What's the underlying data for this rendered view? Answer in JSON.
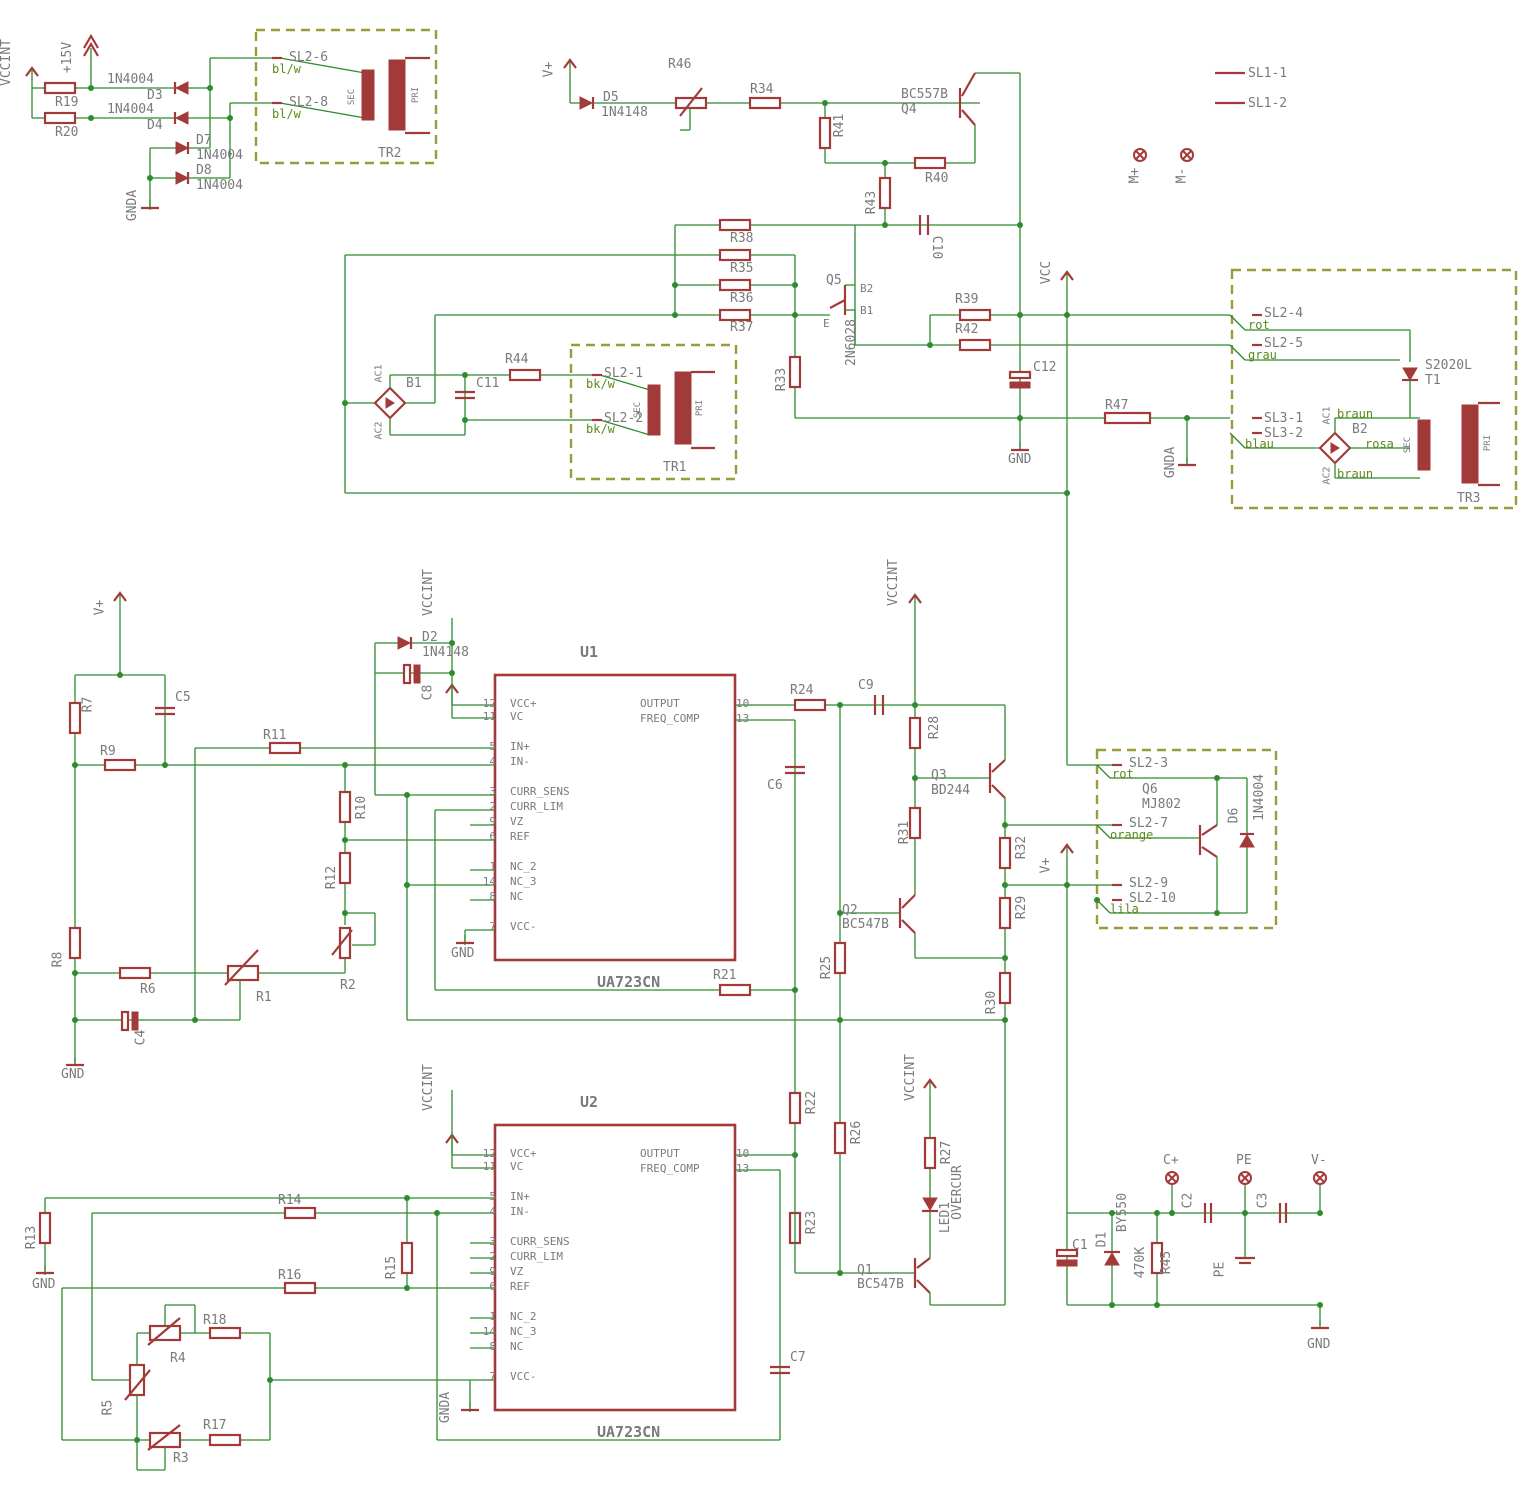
{
  "power_supply": {
    "nets": {
      "vccint": "VCCINT",
      "p15v": "+15V",
      "gnda": "GNDA",
      "gnd": "GND",
      "vcc": "VCC",
      "vplus": "V+"
    },
    "tr2": {
      "name": "TR2",
      "sec": "SEC",
      "pri": "PRI",
      "pin_a": "SL2-6",
      "pin_b": "SL2-8",
      "wire_a": "bl/w",
      "wire_b": "bl/w"
    },
    "tr1": {
      "name": "TR1",
      "sec": "SEC",
      "pri": "PRI",
      "pin_a": "SL2-1",
      "pin_b": "SL2-2",
      "wire_a": "bk/w",
      "wire_b": "bk/w"
    },
    "tr3": {
      "name": "TR3",
      "sec": "SEC",
      "pri": "PRI",
      "pin_a": "SL2-4",
      "pin_b": "SL2-5",
      "wire_a": "rot",
      "wire_b": "grau",
      "pin_c": "SL3-1",
      "pin_d": "SL3-2",
      "wire_c": "blau",
      "wire_d": "rosa",
      "wire_e": "braun",
      "wire_f": "braun"
    },
    "d3": "D3",
    "d4": "D4",
    "d7": "D7",
    "d8": "D8",
    "diode_1n4004": "1N4004",
    "r19": "R19",
    "r20": "R20",
    "d5": "D5",
    "d5v": "1N4148",
    "r46": "R46",
    "r34": "R34",
    "r41": "R41",
    "r40": "R40",
    "r43": "R43",
    "q4": "Q4",
    "q4v": "BC557B",
    "c10": "C10",
    "r38": "R38",
    "r35": "R35",
    "r36": "R36",
    "r37": "R37",
    "q5": "Q5",
    "q5v": "2N6028",
    "q5_b2": "B2",
    "q5_b1": "B1",
    "q5_e": "E",
    "r39": "R39",
    "r42": "R42",
    "r33": "R33",
    "r44": "R44",
    "c11": "C11",
    "c12": "C12",
    "r47": "R47",
    "b1": "B1",
    "b2": "B2",
    "ac1": "AC1",
    "ac2": "AC2",
    "t1": "T1",
    "t1v": "S2020L",
    "sl1_1": "SL1-1",
    "sl1_2": "SL1-2",
    "m_plus": "M+",
    "m_minus": "M-"
  },
  "u1": {
    "name": "U1",
    "part": "UA723CN",
    "left_pins": [
      [
        "12",
        "VCC+"
      ],
      [
        "11",
        "VC"
      ],
      [
        "5",
        "IN+"
      ],
      [
        "4",
        "IN-"
      ],
      [
        "3",
        "CURR_SENS"
      ],
      [
        "2",
        "CURR_LIM"
      ],
      [
        "9",
        "VZ"
      ],
      [
        "6",
        "REF"
      ],
      [
        "1",
        "NC_2"
      ],
      [
        "14",
        "NC_3"
      ],
      [
        "8",
        "NC"
      ],
      [
        "7",
        "VCC-"
      ]
    ],
    "right_pins": [
      [
        "10",
        "OUTPUT"
      ],
      [
        "13",
        "FREQ_COMP"
      ]
    ]
  },
  "u2": {
    "name": "U2",
    "part": "UA723CN",
    "left_pins": [
      [
        "12",
        "VCC+"
      ],
      [
        "11",
        "VC"
      ],
      [
        "5",
        "IN+"
      ],
      [
        "4",
        "IN-"
      ],
      [
        "3",
        "CURR_SENS"
      ],
      [
        "2",
        "CURR_LIM"
      ],
      [
        "9",
        "VZ"
      ],
      [
        "6",
        "REF"
      ],
      [
        "1",
        "NC_2"
      ],
      [
        "14",
        "NC_3"
      ],
      [
        "8",
        "NC"
      ],
      [
        "7",
        "VCC-"
      ]
    ],
    "right_pins": [
      [
        "10",
        "OUTPUT"
      ],
      [
        "13",
        "FREQ_COMP"
      ]
    ]
  },
  "regulator": {
    "r7": "R7",
    "c5": "C5",
    "r9": "R9",
    "r8": "R8",
    "r6": "R6",
    "r1": "R1",
    "r2": "R2",
    "c4": "C4",
    "r11": "R11",
    "r10": "R10",
    "r12": "R12",
    "d2": "D2",
    "d2v": "1N4148",
    "c8": "C8",
    "r24": "R24",
    "c9": "C9",
    "c6": "C6",
    "r21": "R21",
    "r28": "R28",
    "r31": "R31",
    "r32": "R32",
    "r29": "R29",
    "r30": "R30",
    "r25": "R25",
    "q3": "Q3",
    "q3v": "BD244",
    "q2": "Q2",
    "q2v": "BC547B",
    "q6": "Q6",
    "q6v": "MJ802",
    "d6": "D6",
    "d6v": "1N4004",
    "sl2_3": "SL2-3",
    "sl2_7": "SL2-7",
    "sl2_9": "SL2-9",
    "sl2_10": "SL2-10",
    "w_rot": "rot",
    "w_orange": "orange",
    "w_lila": "lila"
  },
  "output_stage": {
    "r13": "R13",
    "r14": "R14",
    "r15": "R15",
    "r16": "R16",
    "r18": "R18",
    "r17": "R17",
    "r4": "R4",
    "r5": "R5",
    "r3": "R3",
    "r22": "R22",
    "r23": "R23",
    "r26": "R26",
    "r27": "R27",
    "c7": "C7",
    "led1": "LED1",
    "led1v": "OVERCUR",
    "q1": "Q1",
    "q1v": "BC547B",
    "c1": "C1",
    "d1": "D1",
    "d1v": "BY550",
    "r45": "R45",
    "r45v": "470K",
    "c2": "C2",
    "c3": "C3",
    "t_cplus": "C+",
    "t_pe": "PE",
    "t_vminus": "V-",
    "pe_sym": "PE"
  }
}
